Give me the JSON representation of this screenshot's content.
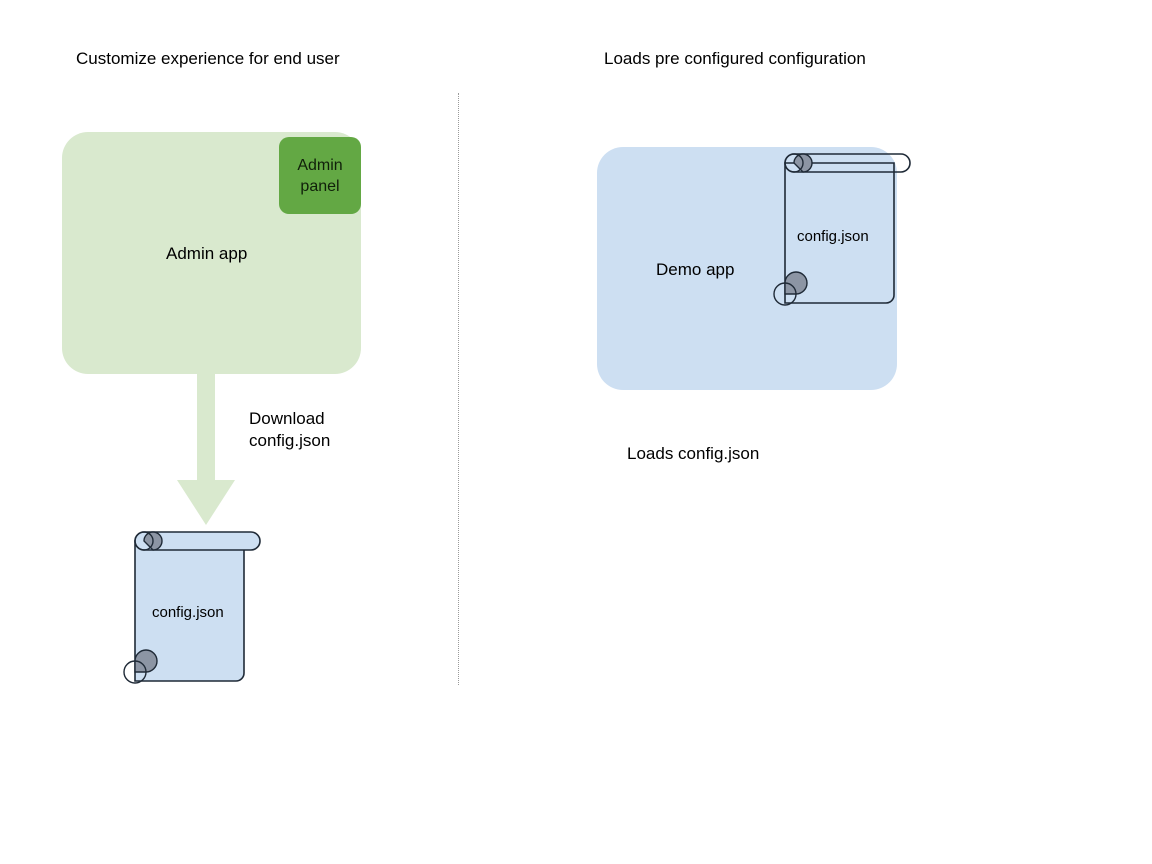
{
  "diagram": {
    "columns": [
      {
        "heading": "Customize experience for end user",
        "app_label": "Admin app",
        "app_fill": "#d9e9ce",
        "panel_label": "Admin panel",
        "panel_fill": "#63a844",
        "arrow_label": "Download\nconfig.json",
        "arrow_label_line1": "Download",
        "arrow_label_line2": "config.json",
        "document_label": "config.json",
        "document_fill": "#cddff2"
      },
      {
        "heading": "Loads pre configured configuration",
        "app_label": "Demo app",
        "app_fill": "#cddff2",
        "document_label": "config.json",
        "caption": "Loads config.json"
      }
    ],
    "divider": {
      "style": "dotted",
      "color": "#9a9a9a"
    },
    "colors": {
      "admin_app": "#d9e9ce",
      "admin_panel": "#63a844",
      "demo_app": "#cddff2",
      "document_body": "#cddff2",
      "document_stroke": "#1f2a37",
      "curl_fill": "#8c95a4",
      "arrow": "#d9e9ce"
    },
    "icons": {
      "document": "scroll-document-icon",
      "arrow": "down-arrow-icon"
    }
  }
}
